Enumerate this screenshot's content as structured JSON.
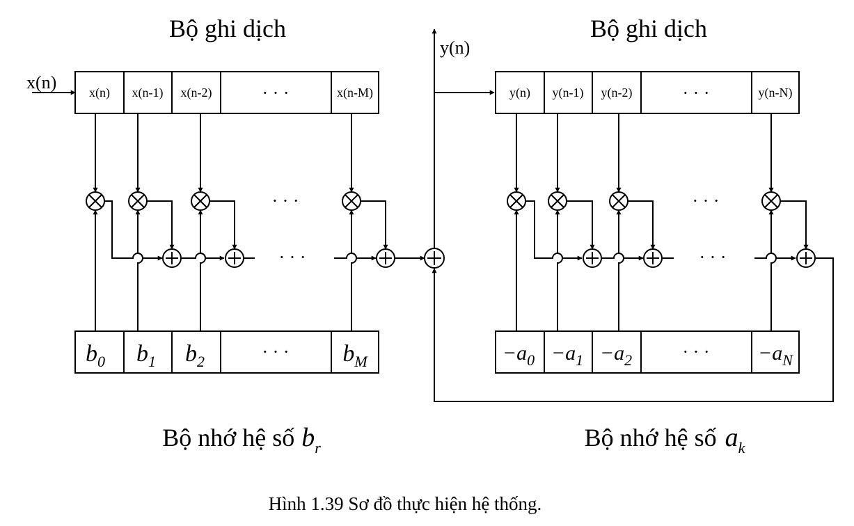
{
  "left": {
    "title": "Bộ ghi dịch",
    "input_label": "x(n)",
    "shift_cells": [
      "x(n)",
      "x(n-1)",
      "x(n-2)",
      "· · ·",
      "x(n-M)"
    ],
    "dots_mid": "· · ·",
    "dots_sum": "· · ·",
    "coef_cells": [
      {
        "base": "b",
        "sub": "0"
      },
      {
        "base": "b",
        "sub": "1"
      },
      {
        "base": "b",
        "sub": "2"
      },
      {
        "base": "· · ·",
        "sub": ""
      },
      {
        "base": "b",
        "sub": "M"
      }
    ],
    "memory_label": "Bộ nhớ hệ số",
    "memory_symbol": "b",
    "memory_sub": "r"
  },
  "right": {
    "title": "Bộ ghi dịch",
    "output_label": "y(n)",
    "shift_cells": [
      "y(n)",
      "y(n-1)",
      "y(n-2)",
      "· · ·",
      "y(n-N)"
    ],
    "dots_mid": "· · ·",
    "dots_sum": "· · ·",
    "coef_cells": [
      {
        "base": "−a",
        "sub": "0"
      },
      {
        "base": "−a",
        "sub": "1"
      },
      {
        "base": "−a",
        "sub": "2"
      },
      {
        "base": "· · ·",
        "sub": ""
      },
      {
        "base": "−a",
        "sub": "N"
      }
    ],
    "memory_label": "Bộ nhớ hệ số",
    "memory_symbol": "a",
    "memory_sub": "k"
  },
  "caption": "Hình 1.39 Sơ đồ thực hiện hệ thống."
}
